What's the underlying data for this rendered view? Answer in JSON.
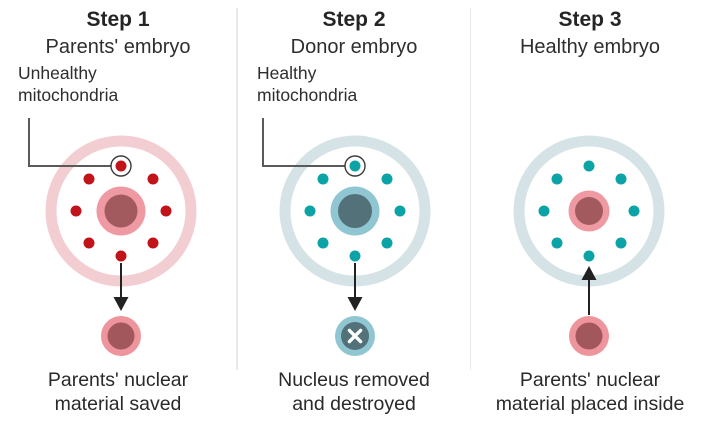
{
  "steps": [
    {
      "title": "Step 1",
      "subtitle": "Parents' embryo",
      "label_lines": [
        "Unhealthy",
        "mitochondria"
      ],
      "caption_lines": [
        "Parents' nuclear",
        "material saved"
      ],
      "arrow_direction": "down",
      "result_marker": "parents-nucleus-saved"
    },
    {
      "title": "Step 2",
      "subtitle": "Donor embryo",
      "label_lines": [
        "Healthy",
        "mitochondria"
      ],
      "caption_lines": [
        "Nucleus removed",
        "and destroyed"
      ],
      "arrow_direction": "down",
      "result_marker": "donor-nucleus-destroyed"
    },
    {
      "title": "Step 3",
      "subtitle": "Healthy embryo",
      "label_lines": [
        "",
        ""
      ],
      "caption_lines": [
        "Parents' nuclear",
        "material placed inside"
      ],
      "arrow_direction": "up",
      "result_marker": "parents-nucleus-inserted"
    }
  ],
  "colors": {
    "unhealthy_mitochondria_red": "#c0131a",
    "healthy_mitochondria_teal": "#0ca3a6",
    "parents_membrane_pink": "#f2cdd2",
    "donor_membrane_blue": "#d6e3e6",
    "parents_nucleus_outer": "#ef9aa2",
    "parents_nucleus_inner": "#a25a5f",
    "donor_nucleus_outer": "#8fc6d2",
    "donor_nucleus_inner": "#527179",
    "text": "#2a2a2a",
    "arrow": "#222222",
    "callout_line": "#5a5a5a",
    "divider": "#eaeaea",
    "background": "#ffffff"
  }
}
